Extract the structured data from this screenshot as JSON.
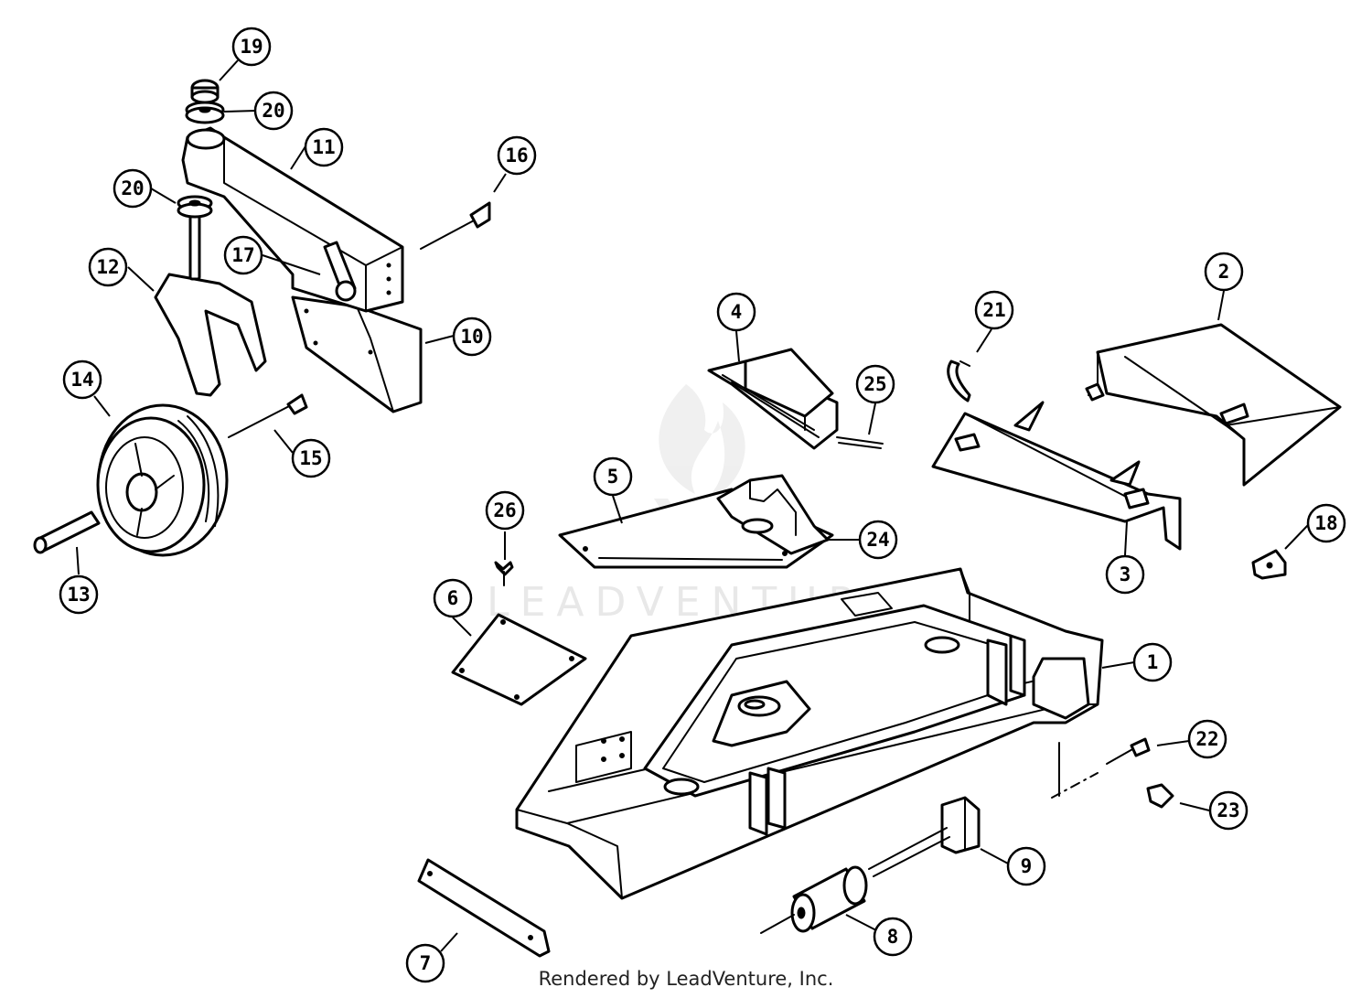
{
  "watermark": {
    "text": "LEADVENTURE"
  },
  "credit": {
    "text": "Rendered by LeadVenture, Inc."
  },
  "callouts": [
    {
      "id": "1",
      "label": "1"
    },
    {
      "id": "2",
      "label": "2"
    },
    {
      "id": "3",
      "label": "3"
    },
    {
      "id": "4",
      "label": "4"
    },
    {
      "id": "5",
      "label": "5"
    },
    {
      "id": "6",
      "label": "6"
    },
    {
      "id": "7",
      "label": "7"
    },
    {
      "id": "8",
      "label": "8"
    },
    {
      "id": "9",
      "label": "9"
    },
    {
      "id": "10",
      "label": "10"
    },
    {
      "id": "11",
      "label": "11"
    },
    {
      "id": "12",
      "label": "12"
    },
    {
      "id": "13",
      "label": "13"
    },
    {
      "id": "14",
      "label": "14"
    },
    {
      "id": "15",
      "label": "15"
    },
    {
      "id": "16",
      "label": "16"
    },
    {
      "id": "17",
      "label": "17"
    },
    {
      "id": "18",
      "label": "18"
    },
    {
      "id": "19",
      "label": "19"
    },
    {
      "id": "20a",
      "label": "20"
    },
    {
      "id": "20b",
      "label": "20"
    },
    {
      "id": "21",
      "label": "21"
    },
    {
      "id": "22",
      "label": "22"
    },
    {
      "id": "23",
      "label": "23"
    },
    {
      "id": "24",
      "label": "24"
    },
    {
      "id": "25",
      "label": "25"
    },
    {
      "id": "26",
      "label": "26"
    }
  ]
}
